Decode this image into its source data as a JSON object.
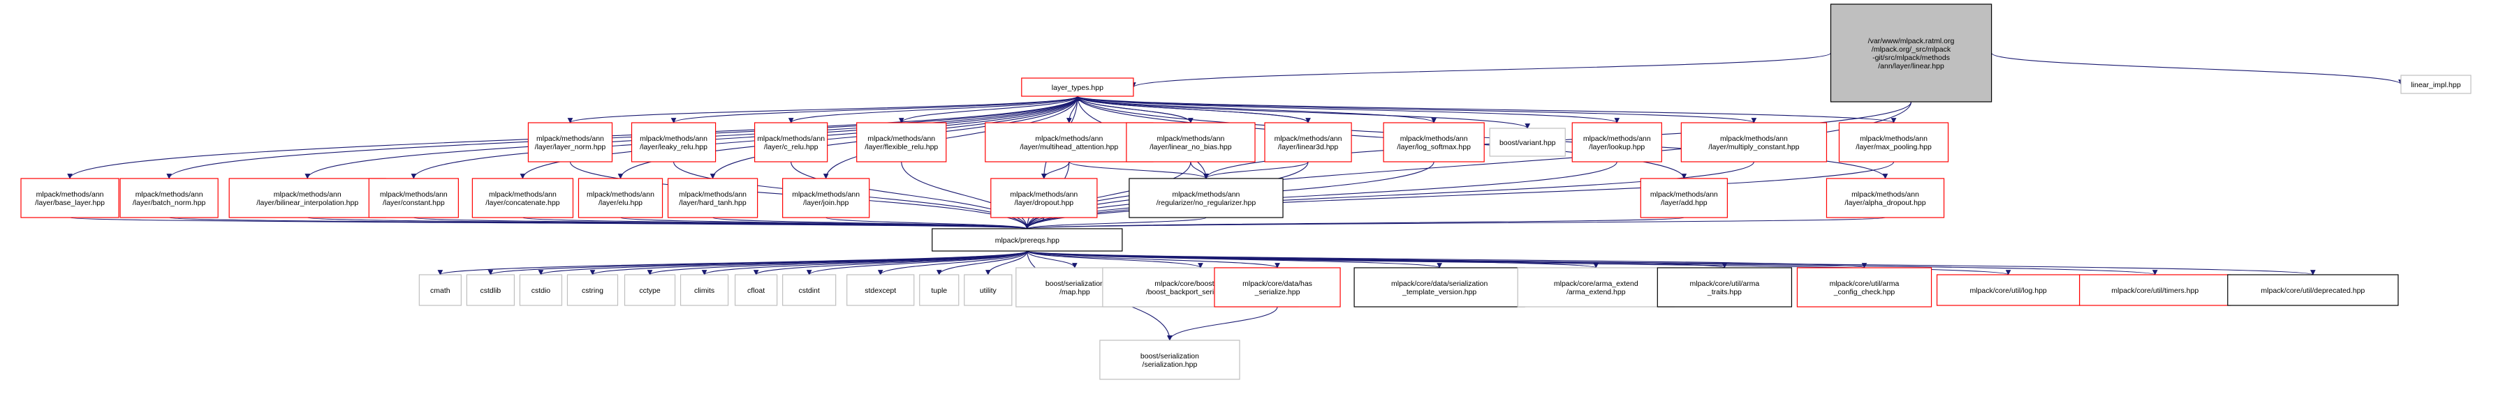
{
  "title": "Include dependency graph for linear.hpp",
  "colors": {
    "edge": "#191970",
    "root_fill": "#bfbfbf",
    "border_red": "#ff0000",
    "border_black": "#000000",
    "border_gray": "#bfbfbf"
  },
  "nodes": [
    {
      "id": "root",
      "lines": [
        "/var/www/mlpack.ratml.org",
        "/mlpack.org/_src/mlpack",
        "-git/src/mlpack/methods",
        "/ann/layer/linear.hpp"
      ],
      "style": "root"
    },
    {
      "id": "layer_types",
      "lines": [
        "layer_types.hpp"
      ],
      "style": "red"
    },
    {
      "id": "linear_impl",
      "lines": [
        "linear_impl.hpp"
      ],
      "style": "gray"
    },
    {
      "id": "layer_norm",
      "lines": [
        "mlpack/methods/ann",
        "/layer/layer_norm.hpp"
      ],
      "style": "red"
    },
    {
      "id": "leaky_relu",
      "lines": [
        "mlpack/methods/ann",
        "/layer/leaky_relu.hpp"
      ],
      "style": "red"
    },
    {
      "id": "c_relu",
      "lines": [
        "mlpack/methods/ann",
        "/layer/c_relu.hpp"
      ],
      "style": "red"
    },
    {
      "id": "flexible_relu",
      "lines": [
        "mlpack/methods/ann",
        "/layer/flexible_relu.hpp"
      ],
      "style": "red"
    },
    {
      "id": "multihead_attention",
      "lines": [
        "mlpack/methods/ann",
        "/layer/multihead_attention.hpp"
      ],
      "style": "red"
    },
    {
      "id": "linear_no_bias",
      "lines": [
        "mlpack/methods/ann",
        "/layer/linear_no_bias.hpp"
      ],
      "style": "red"
    },
    {
      "id": "linear3d",
      "lines": [
        "mlpack/methods/ann",
        "/layer/linear3d.hpp"
      ],
      "style": "red"
    },
    {
      "id": "log_softmax",
      "lines": [
        "mlpack/methods/ann",
        "/layer/log_softmax.hpp"
      ],
      "style": "red"
    },
    {
      "id": "boost_variant",
      "lines": [
        "boost/variant.hpp"
      ],
      "style": "gray"
    },
    {
      "id": "lookup",
      "lines": [
        "mlpack/methods/ann",
        "/layer/lookup.hpp"
      ],
      "style": "red"
    },
    {
      "id": "multiply_constant",
      "lines": [
        "mlpack/methods/ann",
        "/layer/multiply_constant.hpp"
      ],
      "style": "red"
    },
    {
      "id": "max_pooling",
      "lines": [
        "mlpack/methods/ann",
        "/layer/max_pooling.hpp"
      ],
      "style": "red"
    },
    {
      "id": "base_layer",
      "lines": [
        "mlpack/methods/ann",
        "/layer/base_layer.hpp"
      ],
      "style": "red"
    },
    {
      "id": "batch_norm",
      "lines": [
        "mlpack/methods/ann",
        "/layer/batch_norm.hpp"
      ],
      "style": "red"
    },
    {
      "id": "bilinear_interpolation",
      "lines": [
        "mlpack/methods/ann",
        "/layer/bilinear_interpolation.hpp"
      ],
      "style": "red"
    },
    {
      "id": "constant",
      "lines": [
        "mlpack/methods/ann",
        "/layer/constant.hpp"
      ],
      "style": "red"
    },
    {
      "id": "concatenate",
      "lines": [
        "mlpack/methods/ann",
        "/layer/concatenate.hpp"
      ],
      "style": "red"
    },
    {
      "id": "elu",
      "lines": [
        "mlpack/methods/ann",
        "/layer/elu.hpp"
      ],
      "style": "red"
    },
    {
      "id": "hard_tanh",
      "lines": [
        "mlpack/methods/ann",
        "/layer/hard_tanh.hpp"
      ],
      "style": "red"
    },
    {
      "id": "join",
      "lines": [
        "mlpack/methods/ann",
        "/layer/join.hpp"
      ],
      "style": "red"
    },
    {
      "id": "dropout",
      "lines": [
        "mlpack/methods/ann",
        "/layer/dropout.hpp"
      ],
      "style": "red"
    },
    {
      "id": "no_regularizer",
      "lines": [
        "mlpack/methods/ann",
        "/regularizer/no_regularizer.hpp"
      ],
      "style": "black"
    },
    {
      "id": "add",
      "lines": [
        "mlpack/methods/ann",
        "/layer/add.hpp"
      ],
      "style": "red"
    },
    {
      "id": "alpha_dropout",
      "lines": [
        "mlpack/methods/ann",
        "/layer/alpha_dropout.hpp"
      ],
      "style": "red"
    },
    {
      "id": "prereqs",
      "lines": [
        "mlpack/prereqs.hpp"
      ],
      "style": "black"
    },
    {
      "id": "cmath",
      "lines": [
        "cmath"
      ],
      "style": "gray"
    },
    {
      "id": "cstdlib",
      "lines": [
        "cstdlib"
      ],
      "style": "gray"
    },
    {
      "id": "cstdio",
      "lines": [
        "cstdio"
      ],
      "style": "gray"
    },
    {
      "id": "cstring",
      "lines": [
        "cstring"
      ],
      "style": "gray"
    },
    {
      "id": "cctype",
      "lines": [
        "cctype"
      ],
      "style": "gray"
    },
    {
      "id": "climits",
      "lines": [
        "climits"
      ],
      "style": "gray"
    },
    {
      "id": "cfloat",
      "lines": [
        "cfloat"
      ],
      "style": "gray"
    },
    {
      "id": "cstdint",
      "lines": [
        "cstdint"
      ],
      "style": "gray"
    },
    {
      "id": "stdexcept",
      "lines": [
        "stdexcept"
      ],
      "style": "gray"
    },
    {
      "id": "tuple",
      "lines": [
        "tuple"
      ],
      "style": "gray"
    },
    {
      "id": "utility",
      "lines": [
        "utility"
      ],
      "style": "gray"
    },
    {
      "id": "boost_ser_map",
      "lines": [
        "boost/serialization",
        "/map.hpp"
      ],
      "style": "gray"
    },
    {
      "id": "boost_backport",
      "lines": [
        "mlpack/core/boost_backport",
        "/boost_backport_serialization.hpp"
      ],
      "style": "gray"
    },
    {
      "id": "has_serialize",
      "lines": [
        "mlpack/core/data/has",
        "_serialize.hpp"
      ],
      "style": "red"
    },
    {
      "id": "ser_template_version",
      "lines": [
        "mlpack/core/data/serialization",
        "_template_version.hpp"
      ],
      "style": "black"
    },
    {
      "id": "arma_extend",
      "lines": [
        "mlpack/core/arma_extend",
        "/arma_extend.hpp"
      ],
      "style": "gray"
    },
    {
      "id": "arma_traits",
      "lines": [
        "mlpack/core/util/arma",
        "_traits.hpp"
      ],
      "style": "black"
    },
    {
      "id": "arma_config_check",
      "lines": [
        "mlpack/core/util/arma",
        "_config_check.hpp"
      ],
      "style": "red"
    },
    {
      "id": "log",
      "lines": [
        "mlpack/core/util/log.hpp"
      ],
      "style": "red"
    },
    {
      "id": "timers",
      "lines": [
        "mlpack/core/util/timers.hpp"
      ],
      "style": "red"
    },
    {
      "id": "deprecated",
      "lines": [
        "mlpack/core/util/deprecated.hpp"
      ],
      "style": "black"
    },
    {
      "id": "boost_ser",
      "lines": [
        "boost/serialization",
        "/serialization.hpp"
      ],
      "style": "gray"
    }
  ],
  "edges": [
    [
      "root",
      "layer_types"
    ],
    [
      "root",
      "linear_impl"
    ],
    [
      "root",
      "prereqs"
    ],
    [
      "root",
      "no_regularizer"
    ],
    [
      "layer_types",
      "layer_norm"
    ],
    [
      "layer_types",
      "leaky_relu"
    ],
    [
      "layer_types",
      "c_relu"
    ],
    [
      "layer_types",
      "flexible_relu"
    ],
    [
      "layer_types",
      "multihead_attention"
    ],
    [
      "layer_types",
      "linear_no_bias"
    ],
    [
      "layer_types",
      "linear3d"
    ],
    [
      "layer_types",
      "log_softmax"
    ],
    [
      "layer_types",
      "boost_variant"
    ],
    [
      "layer_types",
      "lookup"
    ],
    [
      "layer_types",
      "multiply_constant"
    ],
    [
      "layer_types",
      "max_pooling"
    ],
    [
      "layer_types",
      "base_layer"
    ],
    [
      "layer_types",
      "batch_norm"
    ],
    [
      "layer_types",
      "bilinear_interpolation"
    ],
    [
      "layer_types",
      "constant"
    ],
    [
      "layer_types",
      "concatenate"
    ],
    [
      "layer_types",
      "elu"
    ],
    [
      "layer_types",
      "hard_tanh"
    ],
    [
      "layer_types",
      "join"
    ],
    [
      "layer_types",
      "dropout"
    ],
    [
      "layer_types",
      "no_regularizer"
    ],
    [
      "layer_types",
      "add"
    ],
    [
      "layer_types",
      "alpha_dropout"
    ],
    [
      "layer_norm",
      "prereqs"
    ],
    [
      "leaky_relu",
      "prereqs"
    ],
    [
      "c_relu",
      "prereqs"
    ],
    [
      "flexible_relu",
      "prereqs"
    ],
    [
      "multihead_attention",
      "dropout"
    ],
    [
      "multihead_attention",
      "no_regularizer"
    ],
    [
      "multihead_attention",
      "prereqs"
    ],
    [
      "linear_no_bias",
      "layer_types"
    ],
    [
      "linear_no_bias",
      "no_regularizer"
    ],
    [
      "linear_no_bias",
      "prereqs"
    ],
    [
      "linear3d",
      "layer_types"
    ],
    [
      "linear3d",
      "no_regularizer"
    ],
    [
      "linear3d",
      "prereqs"
    ],
    [
      "log_softmax",
      "prereqs"
    ],
    [
      "lookup",
      "prereqs"
    ],
    [
      "multiply_constant",
      "prereqs"
    ],
    [
      "max_pooling",
      "prereqs"
    ],
    [
      "base_layer",
      "prereqs"
    ],
    [
      "batch_norm",
      "prereqs"
    ],
    [
      "bilinear_interpolation",
      "prereqs"
    ],
    [
      "constant",
      "prereqs"
    ],
    [
      "concatenate",
      "prereqs"
    ],
    [
      "elu",
      "prereqs"
    ],
    [
      "hard_tanh",
      "prereqs"
    ],
    [
      "join",
      "prereqs"
    ],
    [
      "dropout",
      "prereqs"
    ],
    [
      "no_regularizer",
      "prereqs"
    ],
    [
      "add",
      "prereqs"
    ],
    [
      "alpha_dropout",
      "prereqs"
    ],
    [
      "prereqs",
      "cmath"
    ],
    [
      "prereqs",
      "cstdlib"
    ],
    [
      "prereqs",
      "cstdio"
    ],
    [
      "prereqs",
      "cstring"
    ],
    [
      "prereqs",
      "cctype"
    ],
    [
      "prereqs",
      "climits"
    ],
    [
      "prereqs",
      "cfloat"
    ],
    [
      "prereqs",
      "cstdint"
    ],
    [
      "prereqs",
      "stdexcept"
    ],
    [
      "prereqs",
      "tuple"
    ],
    [
      "prereqs",
      "utility"
    ],
    [
      "prereqs",
      "boost_ser_map"
    ],
    [
      "prereqs",
      "boost_backport"
    ],
    [
      "prereqs",
      "has_serialize"
    ],
    [
      "prereqs",
      "ser_template_version"
    ],
    [
      "prereqs",
      "arma_extend"
    ],
    [
      "prereqs",
      "arma_traits"
    ],
    [
      "prereqs",
      "arma_config_check"
    ],
    [
      "prereqs",
      "log"
    ],
    [
      "prereqs",
      "timers"
    ],
    [
      "prereqs",
      "deprecated"
    ],
    [
      "prereqs",
      "boost_ser"
    ],
    [
      "has_serialize",
      "boost_ser"
    ]
  ]
}
